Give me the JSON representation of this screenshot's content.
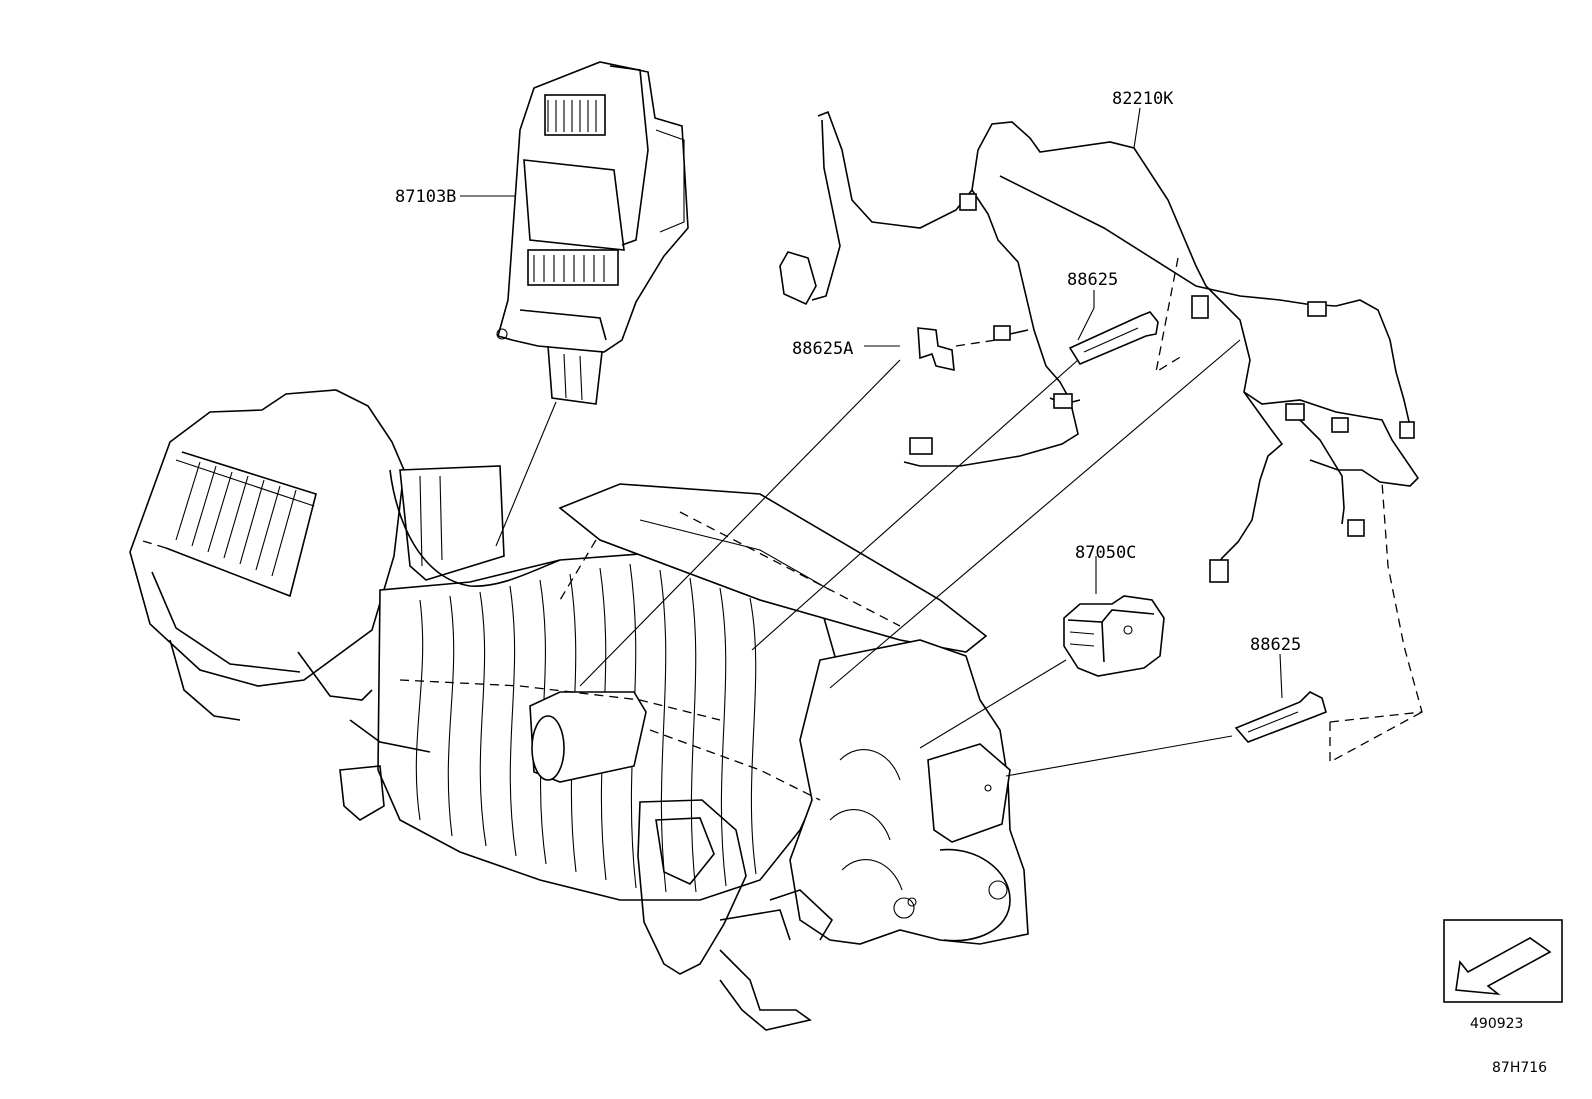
{
  "callouts": {
    "blower": "87103B",
    "harness": "82210K",
    "sensor_upper": "88625",
    "sensor_clip": "88625A",
    "servo": "87050C",
    "sensor_lower": "88625"
  },
  "footer": {
    "ref_code": "490923",
    "diagram_code": "87H716"
  },
  "icon": "direction-arrow-icon"
}
